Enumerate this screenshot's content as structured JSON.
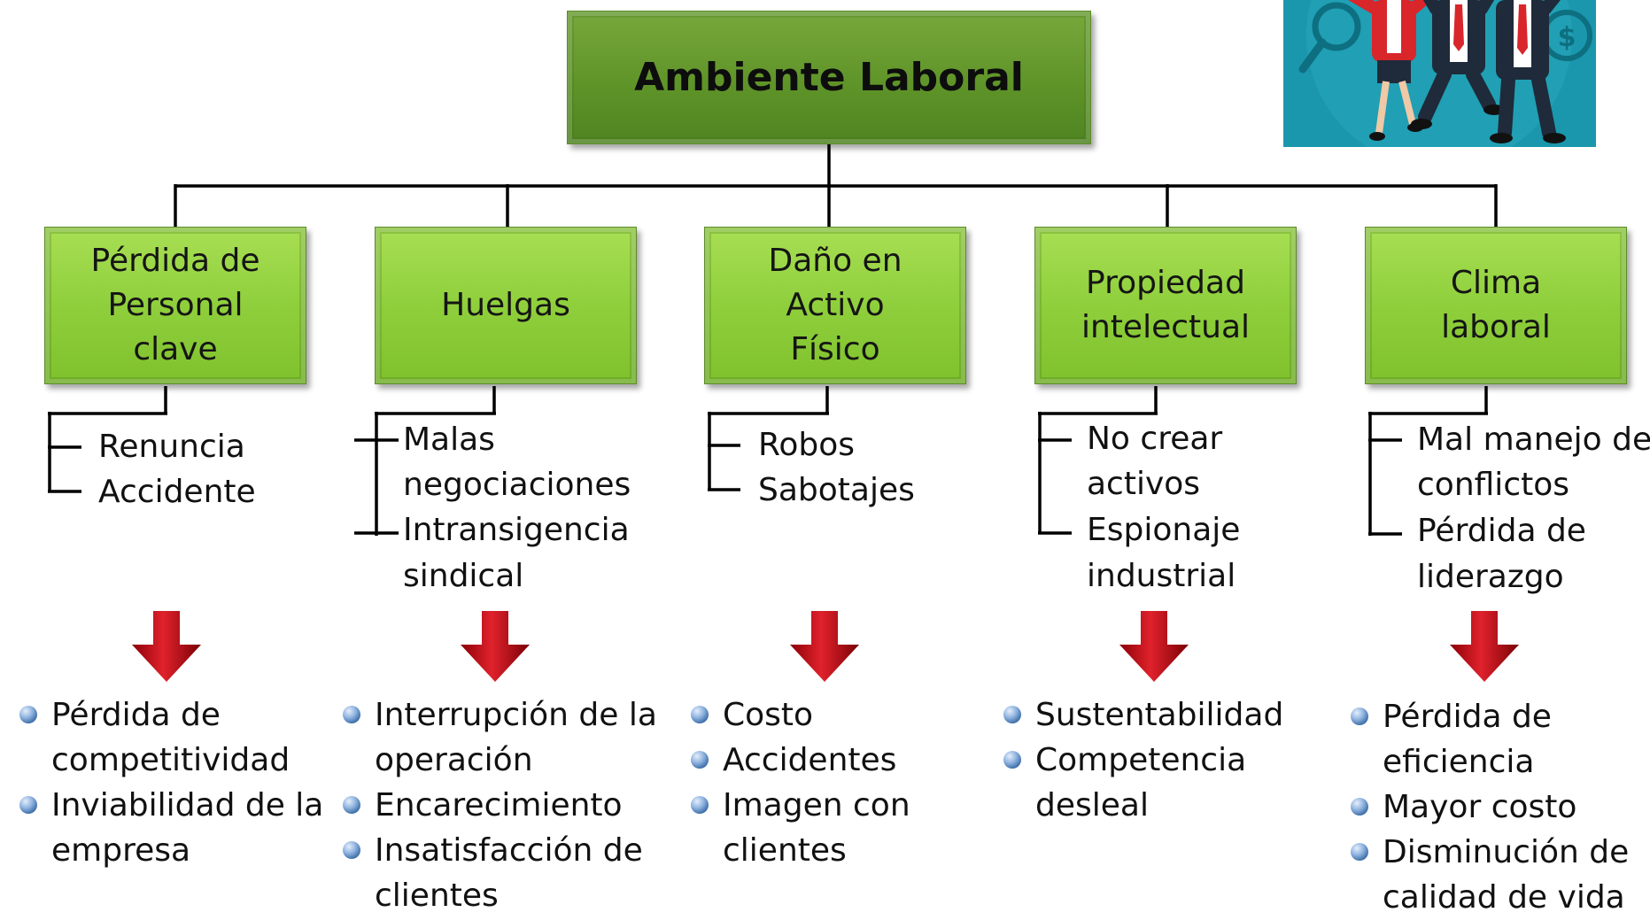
{
  "root": {
    "label": "Ambiente Laboral"
  },
  "categories": [
    {
      "label": "Pérdida de\nPersonal\nclave",
      "causes": [
        "Renuncia",
        "Accidente"
      ],
      "effects": [
        [
          "Pérdida de",
          "competitividad"
        ],
        [
          "Inviabilidad de la",
          "empresa"
        ]
      ]
    },
    {
      "label": "Huelgas",
      "causes": [
        "Malas",
        "negociaciones",
        "Intransigencia",
        "sindical"
      ],
      "effects": [
        [
          "Interrupción de la",
          "operación"
        ],
        [
          "Encarecimiento"
        ],
        [
          "Insatisfacción de",
          "clientes"
        ]
      ]
    },
    {
      "label": "Daño en\nActivo\nFísico",
      "causes": [
        "Robos",
        "Sabotajes"
      ],
      "effects": [
        [
          "Costo"
        ],
        [
          "Accidentes"
        ],
        [
          "Imagen con",
          "clientes"
        ]
      ]
    },
    {
      "label": "Propiedad\nintelectual",
      "causes": [
        "No crear",
        "activos",
        "Espionaje",
        "industrial"
      ],
      "effects": [
        [
          "Sustentabilidad"
        ],
        [
          "Competencia",
          "desleal"
        ]
      ]
    },
    {
      "label": "Clima\nlaboral",
      "causes": [
        "Mal manejo de",
        "conflictos",
        "Pérdida de",
        "liderazgo"
      ],
      "effects": [
        [
          "Pérdida de",
          "eficiencia"
        ],
        [
          "Mayor costo"
        ],
        [
          "Disminución de",
          "calidad de vida"
        ]
      ]
    }
  ],
  "colors": {
    "root_fill": "#5f9429",
    "category_fill": "#8fcf3c",
    "arrow": "#c0101a",
    "bullet": "#5a86c0",
    "illustration_bg": "#1a97ad"
  },
  "icons": {
    "arrow": "down-arrow-icon",
    "bullet": "sphere-bullet-icon",
    "illustration": "business-team-celebrating-illustration"
  }
}
